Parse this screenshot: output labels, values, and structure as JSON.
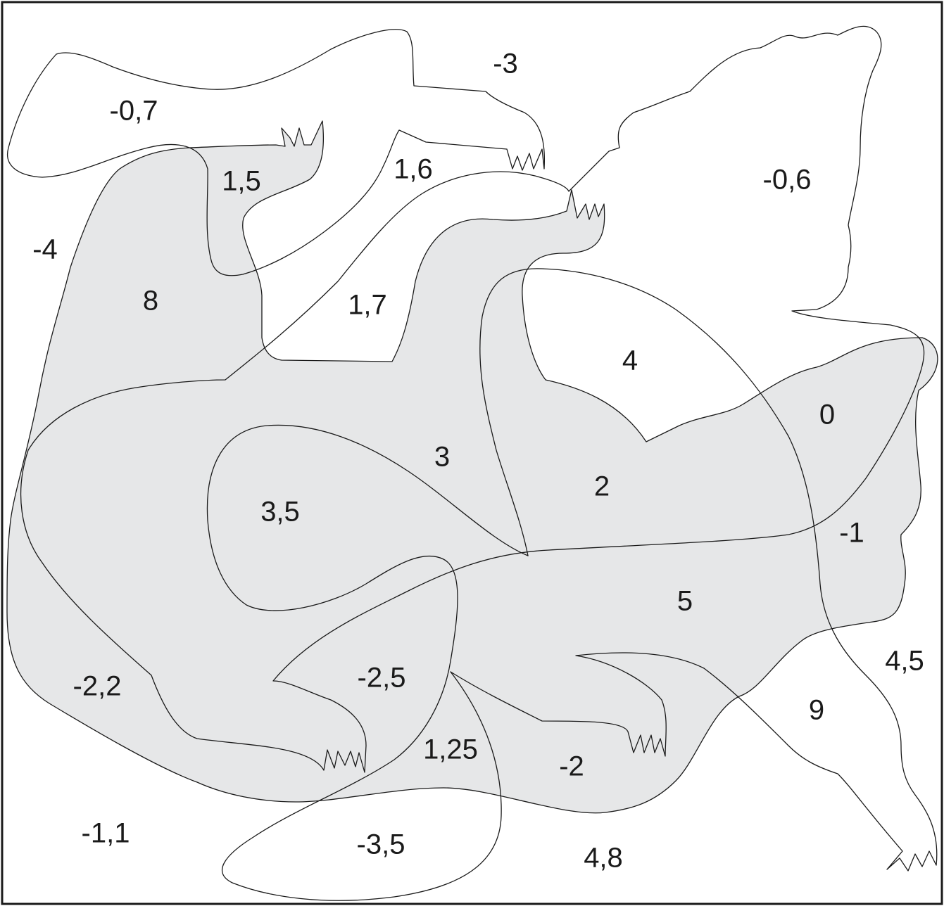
{
  "diagram": {
    "shaded_color": "#e6e7e8",
    "stroke_color": "#1a1a1a",
    "labels": {
      "neg_0_7": "-0,7",
      "neg_3": "-3",
      "one_5": "1,5",
      "one_6": "1,6",
      "neg_0_6": "-0,6",
      "neg_4": "-4",
      "eight": "8",
      "one_7": "1,7",
      "four": "4",
      "zero": "0",
      "three": "3",
      "two": "2",
      "three_5": "3,5",
      "neg_1": "-1",
      "five": "5",
      "four_5": "4,5",
      "neg_2_2": "-2,2",
      "neg_2_5": "-2,5",
      "nine": "9",
      "one_25": "1,25",
      "neg_2": "-2",
      "neg_1_1": "-1,1",
      "neg_3_5": "-3,5",
      "four_8": "4,8"
    }
  }
}
